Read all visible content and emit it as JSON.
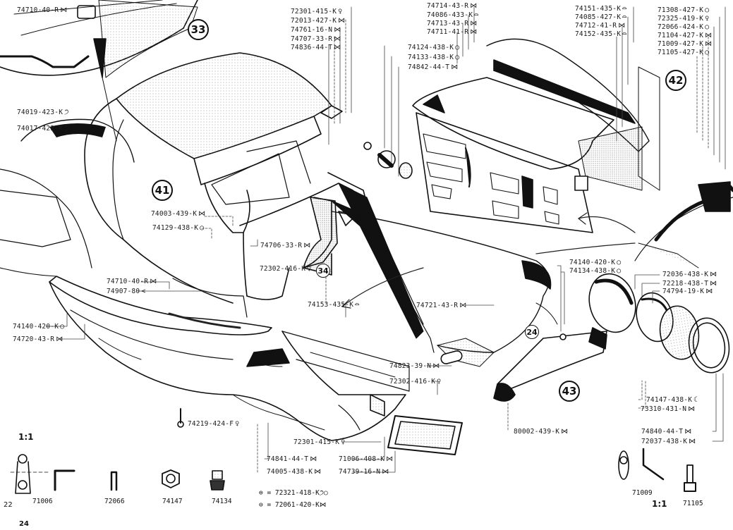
{
  "document": {
    "type": "exploded parts diagram",
    "page_numbers": [
      "22",
      "24"
    ]
  },
  "callouts": [
    {
      "id": "33"
    },
    {
      "id": "41"
    },
    {
      "id": "42"
    },
    {
      "id": "34"
    },
    {
      "id": "24"
    },
    {
      "id": "43"
    }
  ],
  "labels": {
    "top_left": [
      {
        "part": "74710-40-R",
        "symbol": "⋈"
      },
      {
        "part": "74019-423-K",
        "symbol": "੭"
      },
      {
        "part": "74017-423-K",
        "symbol": "੭"
      }
    ],
    "top_center": [
      {
        "part": "72301-415-K",
        "symbol": "♀"
      },
      {
        "part": "72013-427-K",
        "symbol": "⋈"
      },
      {
        "part": "74761-16-N",
        "symbol": "⋈"
      },
      {
        "part": "74707-33-R",
        "symbol": "⋈"
      },
      {
        "part": "74836-44-T",
        "symbol": "⋈"
      }
    ],
    "top_mid_right": [
      {
        "part": "74714-43-R",
        "symbol": "⋈"
      },
      {
        "part": "74086-433-K",
        "symbol": "⌓"
      },
      {
        "part": "74713-43-R",
        "symbol": "⋈"
      },
      {
        "part": "74711-41-R",
        "symbol": "⋈"
      }
    ],
    "lamp_group": [
      {
        "part": "74124-438-K",
        "symbol": "○"
      },
      {
        "part": "74133-438-K",
        "symbol": "○"
      },
      {
        "part": "74842-44-T",
        "symbol": "⋈"
      }
    ],
    "top_right_a": [
      {
        "part": "74151-435-K",
        "symbol": "⌓"
      },
      {
        "part": "74085-427-K",
        "symbol": "⌓"
      },
      {
        "part": "74712-41-R",
        "symbol": "⋈"
      },
      {
        "part": "74152-435-K",
        "symbol": "⌓"
      }
    ],
    "top_right_b": [
      {
        "part": "71308-427-K",
        "symbol": "○"
      },
      {
        "part": "72325-419-K",
        "symbol": "♀"
      },
      {
        "part": "72066-424-K",
        "symbol": "○"
      },
      {
        "part": "71104-427-K",
        "symbol": "⋈"
      },
      {
        "part": "71009-427-K",
        "symbol": "⋈"
      },
      {
        "part": "71105-427-K",
        "symbol": "○"
      }
    ],
    "left_middle": [
      {
        "part": "74003-439-K",
        "symbol": "⋈"
      },
      {
        "part": "74129-438-K",
        "symbol": "○"
      },
      {
        "part": "74706-33-R",
        "symbol": "⋈"
      },
      {
        "part": "72302-416-K",
        "symbol": "♀"
      }
    ],
    "left_lower": [
      {
        "part": "74710-40-R",
        "symbol": "⋈"
      },
      {
        "part": "74907-80",
        "symbol": "<"
      },
      {
        "part": "74140-420-K",
        "symbol": "○"
      },
      {
        "part": "74720-43-R",
        "symbol": "⋈"
      }
    ],
    "center_lower": [
      {
        "part": "74153-435-K",
        "symbol": "⌓"
      },
      {
        "part": "74721-43-R",
        "symbol": "⋈"
      },
      {
        "part": "74823-39-N",
        "symbol": "⋈"
      },
      {
        "part": "72302-416-K",
        "symbol": "♀"
      }
    ],
    "headlamp": [
      {
        "part": "74140-420-K",
        "symbol": "○"
      },
      {
        "part": "74134-438-K",
        "symbol": "○"
      },
      {
        "part": "72036-438-K",
        "symbol": "⋈"
      },
      {
        "part": "72218-438-T",
        "symbol": "⋈"
      },
      {
        "part": "74794-19-K",
        "symbol": "⋈"
      }
    ],
    "bottom_right": [
      {
        "part": "74147-438-K",
        "symbol": "☾"
      },
      {
        "part": "73310-431-N",
        "symbol": "⋈"
      },
      {
        "part": "80002-439-K",
        "symbol": "⋈"
      },
      {
        "part": "74840-44-T",
        "symbol": "⋈"
      },
      {
        "part": "72037-438-K",
        "symbol": "⋈"
      }
    ],
    "bottom_center": [
      {
        "part": "74219-424-F",
        "symbol": "♀"
      },
      {
        "part": "72301-415-K",
        "symbol": "♀"
      },
      {
        "part": "74841-44-T",
        "symbol": "⋈"
      },
      {
        "part": "74005-438-K",
        "symbol": "⋈"
      },
      {
        "part": "71006-408-K",
        "symbol": "⋈"
      },
      {
        "part": "74739-16-N",
        "symbol": "⋈"
      }
    ]
  },
  "legend": [
    {
      "text": "= 72321-418-K",
      "symbol": "੭○"
    },
    {
      "text": "= 72061-420-K",
      "symbol": "⋈"
    }
  ],
  "details_left": {
    "scale": "1:1",
    "items": [
      "71006",
      "72066",
      "74147",
      "74134"
    ]
  },
  "details_right": {
    "scale": "1:1",
    "items": [
      "71009",
      "71105"
    ]
  }
}
